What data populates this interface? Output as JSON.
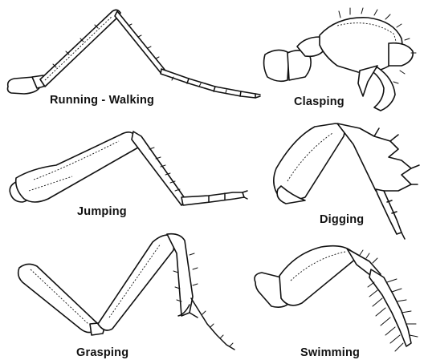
{
  "labels": {
    "running_walking": "Running - Walking",
    "clasping": "Clasping",
    "jumping": "Jumping",
    "digging": "Digging",
    "grasping": "Grasping",
    "swimming": "Swimming"
  }
}
